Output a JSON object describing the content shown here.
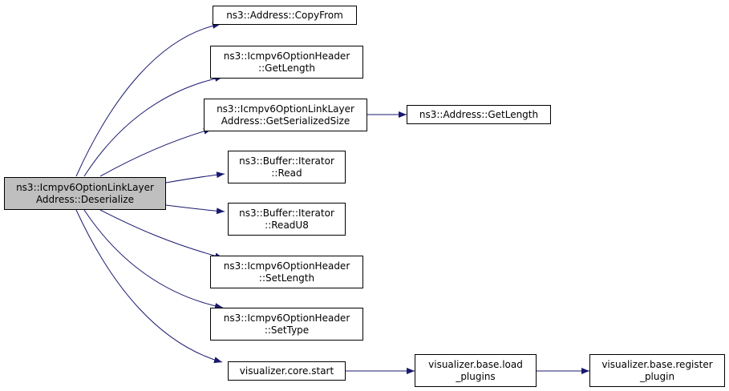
{
  "colors": {
    "edge": "#191970",
    "root_fill": "#bfbfbf",
    "node_fill": "#ffffff",
    "border": "#000000"
  },
  "nodes": {
    "root": {
      "line1": "ns3::Icmpv6OptionLinkLayer",
      "line2": "Address::Deserialize"
    },
    "copyfrom": {
      "line1": "ns3::Address::CopyFrom"
    },
    "getlength": {
      "line1": "ns3::Icmpv6OptionHeader",
      "line2": "::GetLength"
    },
    "getserial": {
      "line1": "ns3::Icmpv6OptionLinkLayer",
      "line2": "Address::GetSerializedSize"
    },
    "addrlength": {
      "line1": "ns3::Address::GetLength"
    },
    "read": {
      "line1": "ns3::Buffer::Iterator",
      "line2": "::Read"
    },
    "readu8": {
      "line1": "ns3::Buffer::Iterator",
      "line2": "::ReadU8"
    },
    "setlength": {
      "line1": "ns3::Icmpv6OptionHeader",
      "line2": "::SetLength"
    },
    "settype": {
      "line1": "ns3::Icmpv6OptionHeader",
      "line2": "::SetType"
    },
    "corestart": {
      "line1": "visualizer.core.start"
    },
    "loadplugins": {
      "line1": "visualizer.base.load",
      "line2": "_plugins"
    },
    "regplugin": {
      "line1": "visualizer.base.register",
      "line2": "_plugin"
    }
  }
}
